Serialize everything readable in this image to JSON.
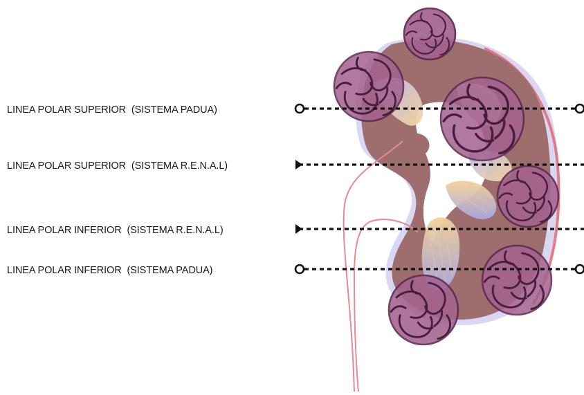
{
  "polar_lines": [
    {
      "label": "LINEA POLAR SUPERIOR  (SISTEMA PADUA)",
      "marker": "circle"
    },
    {
      "label": "LINEA POLAR SUPERIOR  (SISTEMA R.E.N.A.L)",
      "marker": "triangle"
    },
    {
      "label": "LINEA POLAR INFERIOR  (SISTEMA R.E.N.A.L)",
      "marker": "triangle"
    },
    {
      "label": "LINEA POLAR INFERIOR  (SISTEMA PADUA)",
      "marker": "circle"
    }
  ],
  "colors": {
    "kidney_cortex": "#9e6d6e",
    "kidney_capsule": "#c9c5ec",
    "kidney_edge": "#e0707a",
    "ureter": "#e58a90",
    "sinus_fat": "#f4d9a6",
    "calyx_blue": "#b8b6e6",
    "tumor_fill": "#a4628f",
    "tumor_stroke": "#5a2a4e",
    "polar_line": "#111111"
  },
  "icons": [
    "kidney-illustration",
    "tumor-mass-icon",
    "circle-marker-icon",
    "triangle-marker-icon"
  ]
}
